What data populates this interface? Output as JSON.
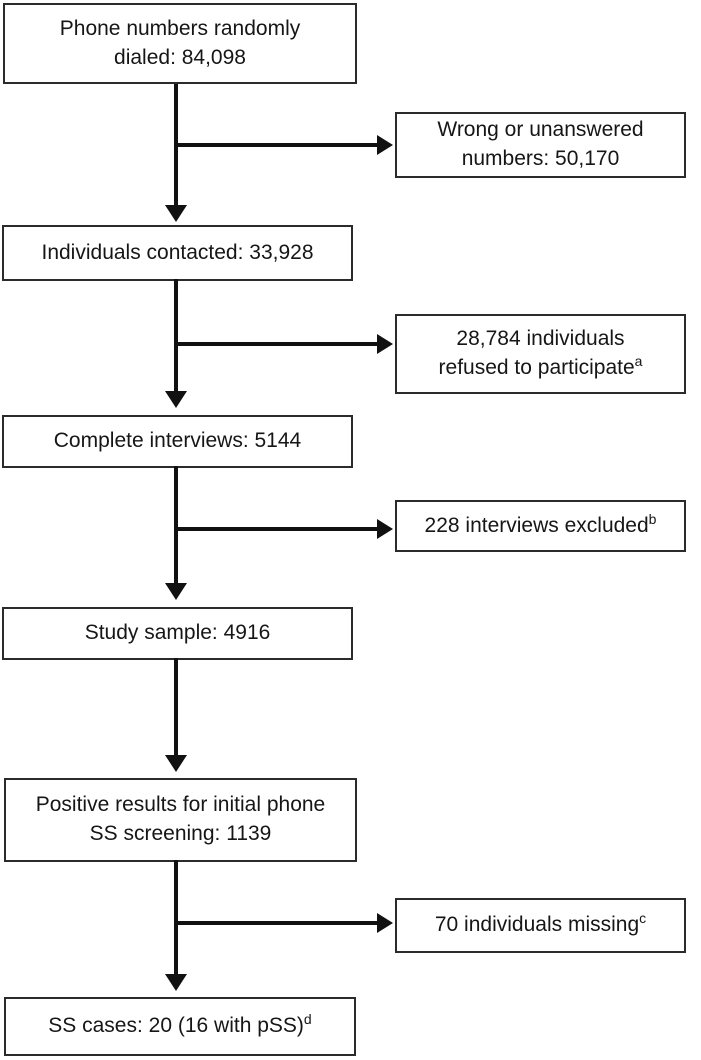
{
  "colors": {
    "background": "#ffffff",
    "box_border": "#2b2b2b",
    "text": "#161616",
    "arrow": "#111111"
  },
  "flowchart": {
    "nodes": {
      "phone_dialed": {
        "text": "Phone numbers randomly\ndialed: 84,098"
      },
      "wrong_numbers": {
        "text": "Wrong or unanswered\nnumbers: 50,170"
      },
      "individuals_contacted": {
        "text": "Individuals contacted: 33,928"
      },
      "refused": {
        "text": "28,784 individuals\nrefused to participate",
        "sup": "a"
      },
      "complete_interviews": {
        "text": "Complete interviews: 5144"
      },
      "interviews_excluded": {
        "text": "228 interviews excluded",
        "sup": "b"
      },
      "study_sample": {
        "text": "Study sample: 4916"
      },
      "positive_screening": {
        "text": "Positive results for initial phone\nSS screening: 1139"
      },
      "individuals_missing": {
        "text": "70 individuals missing",
        "sup": "c"
      },
      "ss_cases": {
        "text": "SS cases: 20 (16 with pSS)",
        "sup": "d"
      }
    }
  }
}
